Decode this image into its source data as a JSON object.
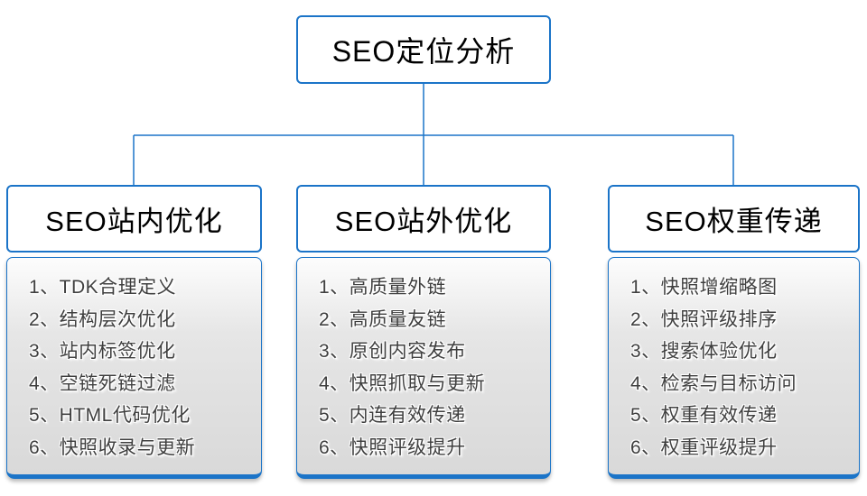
{
  "root": {
    "label": "SEO定位分析"
  },
  "colors": {
    "accent": "#1b74c8",
    "item_text": "#3f3f3f",
    "panel_top": "#fdfdfd",
    "panel_bottom": "#d9d9d9"
  },
  "branches": [
    {
      "title": "SEO站内优化",
      "items": [
        "1、TDK合理定义",
        "2、结构层次优化",
        "3、站内标签优化",
        "4、空链死链过滤",
        "5、HTML代码优化",
        "6、快照收录与更新"
      ]
    },
    {
      "title": "SEO站外优化",
      "items": [
        "1、高质量外链",
        "2、高质量友链",
        "3、原创内容发布",
        "4、快照抓取与更新",
        "5、内连有效传递",
        "6、快照评级提升"
      ]
    },
    {
      "title": "SEO权重传递",
      "items": [
        "1、快照增缩略图",
        "2、快照评级排序",
        "3、搜索体验优化",
        "4、检索与目标访问",
        "5、权重有效传递",
        "6、权重评级提升"
      ]
    }
  ]
}
